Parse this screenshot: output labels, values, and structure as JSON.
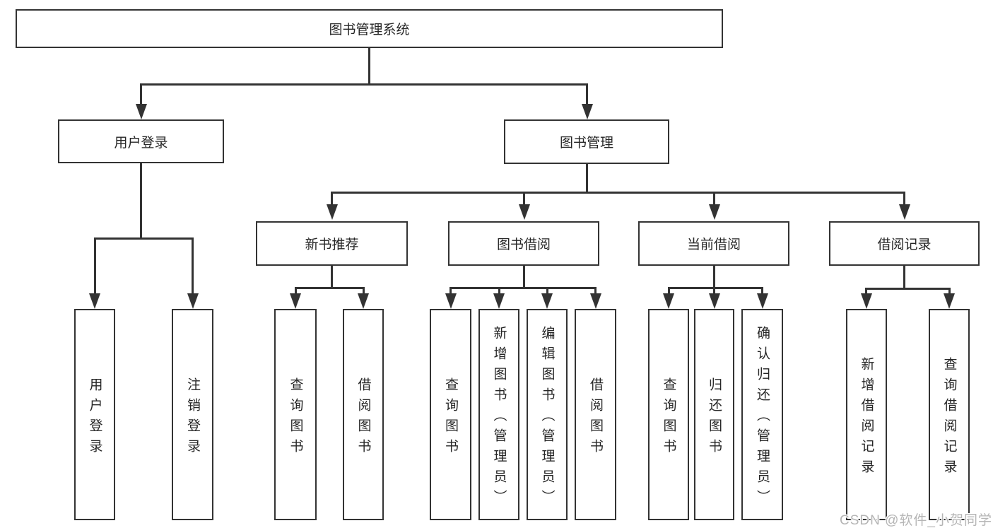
{
  "tree": {
    "root": {
      "label": "图书管理系统"
    },
    "children": [
      {
        "label": "用户登录",
        "children": [
          {
            "label": "用户登录"
          },
          {
            "label": "注销登录"
          }
        ]
      },
      {
        "label": "图书管理",
        "children": [
          {
            "label": "新书推荐",
            "children": [
              {
                "label": "查询图书"
              },
              {
                "label": "借阅图书"
              }
            ]
          },
          {
            "label": "图书借阅",
            "children": [
              {
                "label": "查询图书"
              },
              {
                "label": "新增图书（管理员）"
              },
              {
                "label": "编辑图书（管理员）"
              },
              {
                "label": "借阅图书"
              }
            ]
          },
          {
            "label": "当前借阅",
            "children": [
              {
                "label": "查询图书"
              },
              {
                "label": "归还图书"
              },
              {
                "label": "确认归还（管理员）"
              }
            ]
          },
          {
            "label": "借阅记录",
            "children": [
              {
                "label": "新增借阅记录"
              },
              {
                "label": "查询借阅记录"
              }
            ]
          }
        ]
      }
    ]
  },
  "watermark": {
    "text": "CSDN @软件_小贺同学"
  },
  "colors": {
    "line": "#333333",
    "text": "#262626",
    "background": "#ffffff",
    "watermark": "#b5b5b5"
  }
}
